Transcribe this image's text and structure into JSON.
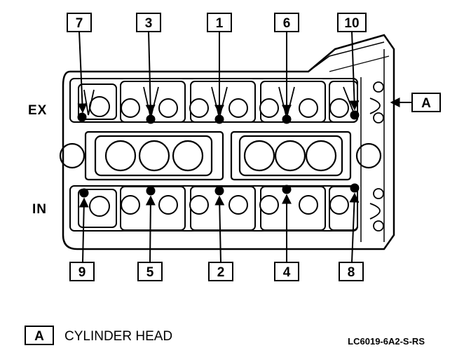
{
  "bolt_labels": {
    "top": [
      "7",
      "3",
      "1",
      "6",
      "10"
    ],
    "bottom": [
      "9",
      "5",
      "2",
      "4",
      "8"
    ]
  },
  "row_labels": {
    "exhaust": "EX",
    "intake": "IN"
  },
  "callout": {
    "letter": "A"
  },
  "legend": {
    "key": "A",
    "text": "CYLINDER HEAD"
  },
  "figure_code": "LC6019-6A2-S-RS"
}
